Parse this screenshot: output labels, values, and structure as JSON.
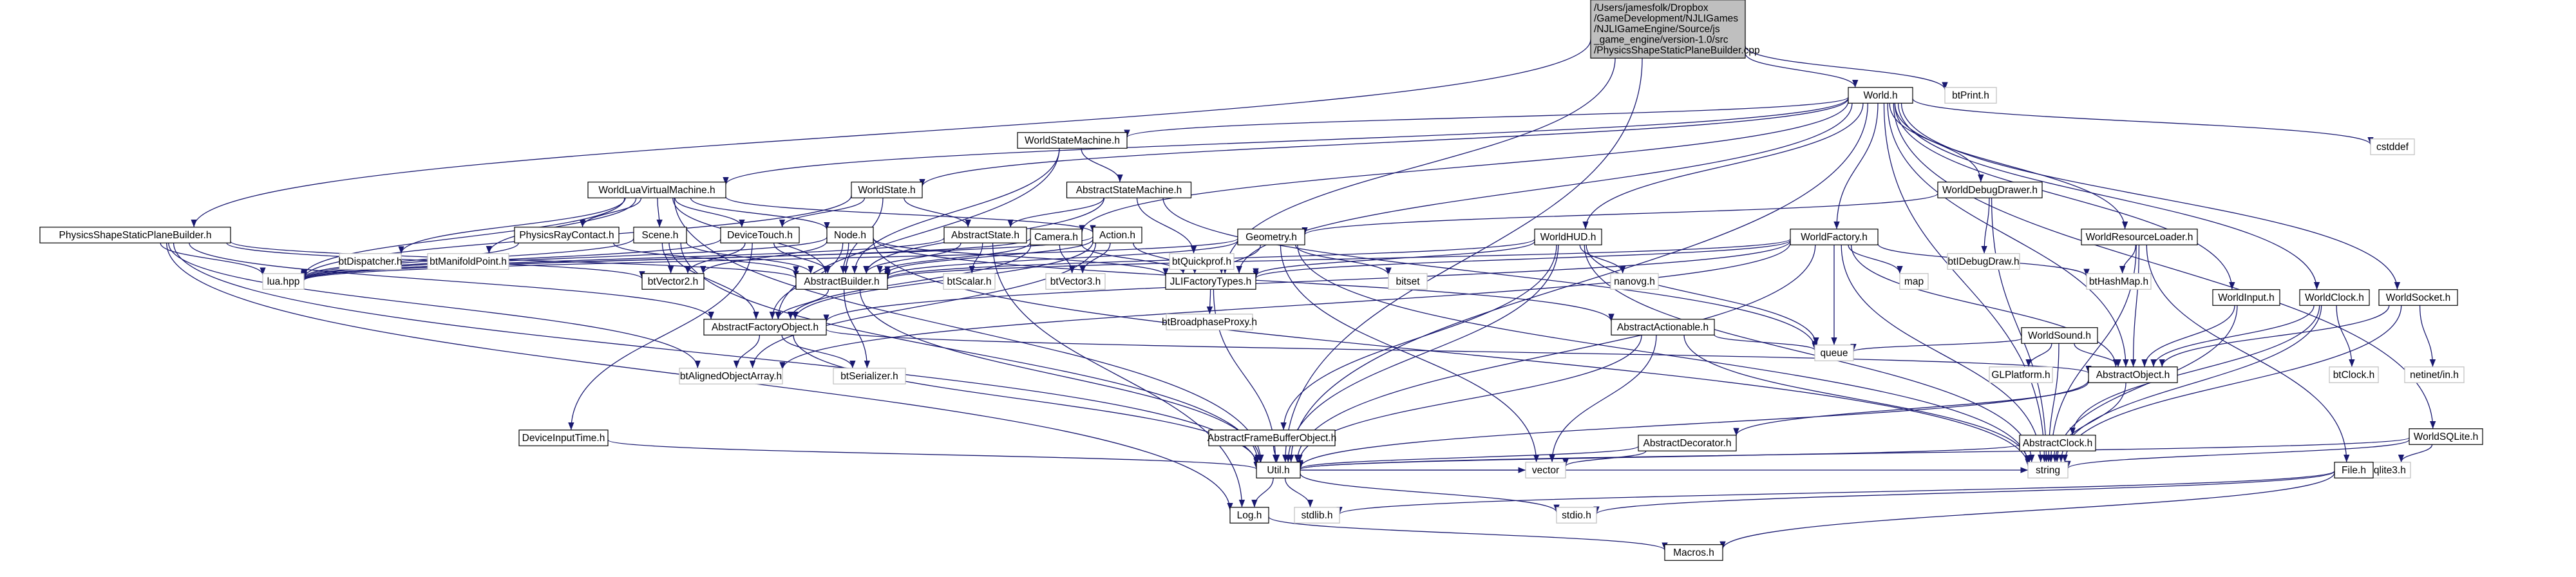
{
  "colors": {
    "edge": "#191970",
    "root_fill": "#bfbfbf",
    "node_border": "#000000",
    "external_border": "#bfbfbf"
  },
  "nodes": [
    {
      "id": "root",
      "lines": [
        "/Users/jamesfolk/Dropbox",
        "/GameDevelopment/NJLIGames",
        "/NJLIGameEngine/Source/js",
        "_game_engine/version-1.0/src",
        "/PhysicsShapeStaticPlaneBuilder.cpp"
      ],
      "kind": "root"
    },
    {
      "id": "world",
      "lines": [
        "World.h"
      ],
      "kind": "file"
    },
    {
      "id": "btprint",
      "lines": [
        "btPrint.h"
      ],
      "kind": "ext"
    },
    {
      "id": "wsm",
      "lines": [
        "WorldStateMachine.h"
      ],
      "kind": "file"
    },
    {
      "id": "cstddef",
      "lines": [
        "cstddef"
      ],
      "kind": "ext"
    },
    {
      "id": "wlvm",
      "lines": [
        "WorldLuaVirtualMachine.h"
      ],
      "kind": "file"
    },
    {
      "id": "wstate",
      "lines": [
        "WorldState.h"
      ],
      "kind": "file"
    },
    {
      "id": "asm",
      "lines": [
        "AbstractStateMachine.h"
      ],
      "kind": "file"
    },
    {
      "id": "wdd",
      "lines": [
        "WorldDebugDrawer.h"
      ],
      "kind": "file"
    },
    {
      "id": "pssp",
      "lines": [
        "PhysicsShapeStaticPlaneBuilder.h"
      ],
      "kind": "file"
    },
    {
      "id": "btdispatcher",
      "lines": [
        "btDispatcher.h"
      ],
      "kind": "ext"
    },
    {
      "id": "btmanifold",
      "lines": [
        "btManifoldPoint.h"
      ],
      "kind": "ext"
    },
    {
      "id": "prc",
      "lines": [
        "PhysicsRayContact.h"
      ],
      "kind": "file"
    },
    {
      "id": "scene",
      "lines": [
        "Scene.h"
      ],
      "kind": "file"
    },
    {
      "id": "dtouch",
      "lines": [
        "DeviceTouch.h"
      ],
      "kind": "file"
    },
    {
      "id": "node",
      "lines": [
        "Node.h"
      ],
      "kind": "file"
    },
    {
      "id": "astate",
      "lines": [
        "AbstractState.h"
      ],
      "kind": "file"
    },
    {
      "id": "action",
      "lines": [
        "Action.h"
      ],
      "kind": "file"
    },
    {
      "id": "btquickprof",
      "lines": [
        "btQuickprof.h"
      ],
      "kind": "ext"
    },
    {
      "id": "camera",
      "lines": [
        "Camera.h"
      ],
      "kind": "file"
    },
    {
      "id": "geometry",
      "lines": [
        "Geometry.h"
      ],
      "kind": "file"
    },
    {
      "id": "whud",
      "lines": [
        "WorldHUD.h"
      ],
      "kind": "file"
    },
    {
      "id": "wfactory",
      "lines": [
        "WorldFactory.h"
      ],
      "kind": "file"
    },
    {
      "id": "btidebug",
      "lines": [
        "btIDebugDraw.h"
      ],
      "kind": "ext"
    },
    {
      "id": "wrl",
      "lines": [
        "WorldResourceLoader.h"
      ],
      "kind": "file"
    },
    {
      "id": "luahpp",
      "lines": [
        "lua.hpp"
      ],
      "kind": "ext"
    },
    {
      "id": "btvec2",
      "lines": [
        "btVector2.h"
      ],
      "kind": "file"
    },
    {
      "id": "abuilder",
      "lines": [
        "AbstractBuilder.h"
      ],
      "kind": "file"
    },
    {
      "id": "btscalar",
      "lines": [
        "btScalar.h"
      ],
      "kind": "ext"
    },
    {
      "id": "btvec3",
      "lines": [
        "btVector3.h"
      ],
      "kind": "ext"
    },
    {
      "id": "jlif",
      "lines": [
        "JLIFactoryTypes.h"
      ],
      "kind": "file"
    },
    {
      "id": "bitset",
      "lines": [
        "bitset"
      ],
      "kind": "ext"
    },
    {
      "id": "nanovg",
      "lines": [
        "nanovg.h"
      ],
      "kind": "ext"
    },
    {
      "id": "map",
      "lines": [
        "map"
      ],
      "kind": "ext"
    },
    {
      "id": "bthashmap",
      "lines": [
        "btHashMap.h"
      ],
      "kind": "ext"
    },
    {
      "id": "winput",
      "lines": [
        "WorldInput.h"
      ],
      "kind": "file"
    },
    {
      "id": "wclock",
      "lines": [
        "WorldClock.h"
      ],
      "kind": "file"
    },
    {
      "id": "wsocket",
      "lines": [
        "WorldSocket.h"
      ],
      "kind": "file"
    },
    {
      "id": "wsound",
      "lines": [
        "WorldSound.h"
      ],
      "kind": "file"
    },
    {
      "id": "btbroad",
      "lines": [
        "btBroadphaseProxy.h"
      ],
      "kind": "ext"
    },
    {
      "id": "afo",
      "lines": [
        "AbstractFactoryObject.h"
      ],
      "kind": "file"
    },
    {
      "id": "aact",
      "lines": [
        "AbstractActionable.h"
      ],
      "kind": "file"
    },
    {
      "id": "btaligned",
      "lines": [
        "btAlignedObjectArray.h"
      ],
      "kind": "ext"
    },
    {
      "id": "btserial",
      "lines": [
        "btSerializer.h"
      ],
      "kind": "ext"
    },
    {
      "id": "queue",
      "lines": [
        "queue"
      ],
      "kind": "ext"
    },
    {
      "id": "glplatform",
      "lines": [
        "GLPlatform.h"
      ],
      "kind": "ext"
    },
    {
      "id": "aobject",
      "lines": [
        "AbstractObject.h"
      ],
      "kind": "file"
    },
    {
      "id": "btclock",
      "lines": [
        "btClock.h"
      ],
      "kind": "ext"
    },
    {
      "id": "netinet",
      "lines": [
        "netinet/in.h"
      ],
      "kind": "ext"
    },
    {
      "id": "dinputtime",
      "lines": [
        "DeviceInputTime.h"
      ],
      "kind": "file"
    },
    {
      "id": "afbo",
      "lines": [
        "AbstractFrameBufferObject.h"
      ],
      "kind": "file"
    },
    {
      "id": "adecor",
      "lines": [
        "AbstractDecorator.h"
      ],
      "kind": "file"
    },
    {
      "id": "aclock",
      "lines": [
        "AbstractClock.h"
      ],
      "kind": "file"
    },
    {
      "id": "wsqlite",
      "lines": [
        "WorldSQLite.h"
      ],
      "kind": "file"
    },
    {
      "id": "vector",
      "lines": [
        "vector"
      ],
      "kind": "ext"
    },
    {
      "id": "string",
      "lines": [
        "string"
      ],
      "kind": "ext"
    },
    {
      "id": "util",
      "lines": [
        "Util.h"
      ],
      "kind": "file"
    },
    {
      "id": "sqlite3",
      "lines": [
        "sqlite3.h"
      ],
      "kind": "ext"
    },
    {
      "id": "file",
      "lines": [
        "File.h"
      ],
      "kind": "file"
    },
    {
      "id": "logh",
      "lines": [
        "Log.h"
      ],
      "kind": "file"
    },
    {
      "id": "stdlib",
      "lines": [
        "stdlib.h"
      ],
      "kind": "ext"
    },
    {
      "id": "stdio",
      "lines": [
        "stdio.h"
      ],
      "kind": "ext"
    },
    {
      "id": "macros",
      "lines": [
        "Macros.h"
      ],
      "kind": "file"
    }
  ],
  "edges": [
    [
      "root",
      "world"
    ],
    [
      "root",
      "btprint"
    ],
    [
      "root",
      "pssp"
    ],
    [
      "root",
      "jlif"
    ],
    [
      "root",
      "util"
    ],
    [
      "world",
      "wsm"
    ],
    [
      "world",
      "cstddef"
    ],
    [
      "world",
      "wlvm"
    ],
    [
      "world",
      "wstate"
    ],
    [
      "world",
      "wdd"
    ],
    [
      "world",
      "camera"
    ],
    [
      "world",
      "whud"
    ],
    [
      "world",
      "wfactory"
    ],
    [
      "world",
      "wrl"
    ],
    [
      "world",
      "winput"
    ],
    [
      "world",
      "wclock"
    ],
    [
      "world",
      "wsocket"
    ],
    [
      "world",
      "wsqlite"
    ],
    [
      "world",
      "string"
    ],
    [
      "world",
      "util"
    ],
    [
      "world",
      "aobject"
    ],
    [
      "world",
      "jlif"
    ],
    [
      "wsm",
      "asm"
    ],
    [
      "wsm",
      "abuilder"
    ],
    [
      "wsm",
      "afo"
    ],
    [
      "asm",
      "astate"
    ],
    [
      "asm",
      "btquickprof"
    ],
    [
      "asm",
      "abuilder"
    ],
    [
      "asm",
      "queue"
    ],
    [
      "wlvm",
      "btdispatcher"
    ],
    [
      "wlvm",
      "btmanifold"
    ],
    [
      "wlvm",
      "prc"
    ],
    [
      "wlvm",
      "scene"
    ],
    [
      "wlvm",
      "dtouch"
    ],
    [
      "wlvm",
      "node"
    ],
    [
      "wlvm",
      "action"
    ],
    [
      "wlvm",
      "luahpp"
    ],
    [
      "wlvm",
      "util"
    ],
    [
      "wlvm",
      "abuilder"
    ],
    [
      "wstate",
      "astate"
    ],
    [
      "wstate",
      "luahpp"
    ],
    [
      "wstate",
      "dtouch"
    ],
    [
      "wstate",
      "abuilder"
    ],
    [
      "wdd",
      "geometry"
    ],
    [
      "wdd",
      "btidebug"
    ],
    [
      "wdd",
      "string"
    ],
    [
      "pssp",
      "luahpp"
    ],
    [
      "pssp",
      "abuilder"
    ],
    [
      "pssp",
      "afo"
    ],
    [
      "pssp",
      "btaligned"
    ],
    [
      "pssp",
      "util"
    ],
    [
      "pssp",
      "logh"
    ],
    [
      "pssp",
      "btvec2"
    ],
    [
      "prc",
      "luahpp"
    ],
    [
      "prc",
      "abuilder"
    ],
    [
      "scene",
      "luahpp"
    ],
    [
      "scene",
      "abuilder"
    ],
    [
      "scene",
      "btvec2"
    ],
    [
      "scene",
      "afo"
    ],
    [
      "scene",
      "util"
    ],
    [
      "dtouch",
      "luahpp"
    ],
    [
      "dtouch",
      "btvec2"
    ],
    [
      "dtouch",
      "abuilder"
    ],
    [
      "dtouch",
      "dinputtime"
    ],
    [
      "node",
      "luahpp"
    ],
    [
      "node",
      "abuilder"
    ],
    [
      "node",
      "btvec2"
    ],
    [
      "node",
      "jlif"
    ],
    [
      "node",
      "aact"
    ],
    [
      "node",
      "afo"
    ],
    [
      "node",
      "string"
    ],
    [
      "astate",
      "abuilder"
    ],
    [
      "astate",
      "btscalar"
    ],
    [
      "astate",
      "luahpp"
    ],
    [
      "astate",
      "logh"
    ],
    [
      "action",
      "abuilder"
    ],
    [
      "action",
      "jlif"
    ],
    [
      "action",
      "afo"
    ],
    [
      "action",
      "btvec3"
    ],
    [
      "action",
      "luahpp"
    ],
    [
      "action",
      "btaligned"
    ],
    [
      "camera",
      "abuilder"
    ],
    [
      "camera",
      "btvec3"
    ],
    [
      "camera",
      "jlif"
    ],
    [
      "camera",
      "luahpp"
    ],
    [
      "camera",
      "afo"
    ],
    [
      "geometry",
      "abuilder"
    ],
    [
      "geometry",
      "luahpp"
    ],
    [
      "geometry",
      "jlif"
    ],
    [
      "geometry",
      "bitset"
    ],
    [
      "geometry",
      "vector"
    ],
    [
      "geometry",
      "string"
    ],
    [
      "whud",
      "jlif"
    ],
    [
      "whud",
      "nanovg"
    ],
    [
      "whud",
      "abuilder"
    ],
    [
      "whud",
      "util"
    ],
    [
      "whud",
      "string"
    ],
    [
      "whud",
      "afbo"
    ],
    [
      "whud",
      "queue"
    ],
    [
      "wfactory",
      "abuilder"
    ],
    [
      "wfactory",
      "afo"
    ],
    [
      "wfactory",
      "jlif"
    ],
    [
      "wfactory",
      "map"
    ],
    [
      "wfactory",
      "bthashmap"
    ],
    [
      "wfactory",
      "string"
    ],
    [
      "wfactory",
      "queue"
    ],
    [
      "wfactory",
      "util"
    ],
    [
      "wfactory",
      "aobject"
    ],
    [
      "wfactory",
      "btaligned"
    ],
    [
      "wrl",
      "bthashmap"
    ],
    [
      "wrl",
      "string"
    ],
    [
      "wrl",
      "aobject"
    ],
    [
      "wrl",
      "file"
    ],
    [
      "winput",
      "aobject"
    ],
    [
      "winput",
      "string"
    ],
    [
      "wclock",
      "btclock"
    ],
    [
      "wclock",
      "aobject"
    ],
    [
      "wclock",
      "aclock"
    ],
    [
      "wclock",
      "string"
    ],
    [
      "wsocket",
      "netinet"
    ],
    [
      "wsocket",
      "aobject"
    ],
    [
      "wsocket",
      "string"
    ],
    [
      "wsound",
      "glplatform"
    ],
    [
      "wsound",
      "aobject"
    ],
    [
      "wsound",
      "queue"
    ],
    [
      "wsound",
      "string"
    ],
    [
      "abuilder",
      "afo"
    ],
    [
      "abuilder",
      "btserial"
    ],
    [
      "abuilder",
      "util"
    ],
    [
      "jlif",
      "btbroad"
    ],
    [
      "jlif",
      "util"
    ],
    [
      "afo",
      "btaligned"
    ],
    [
      "afo",
      "btserial"
    ],
    [
      "afo",
      "aobject"
    ],
    [
      "afo",
      "util"
    ],
    [
      "aact",
      "queue"
    ],
    [
      "aact",
      "string"
    ],
    [
      "aact",
      "util"
    ],
    [
      "aact",
      "vector"
    ],
    [
      "aobject",
      "adecor"
    ],
    [
      "aobject",
      "string"
    ],
    [
      "aobject",
      "util"
    ],
    [
      "adecor",
      "vector"
    ],
    [
      "adecor",
      "util"
    ],
    [
      "aclock",
      "util"
    ],
    [
      "aclock",
      "string"
    ],
    [
      "wsqlite",
      "sqlite3"
    ],
    [
      "wsqlite",
      "string"
    ],
    [
      "wsqlite",
      "util"
    ],
    [
      "dinputtime",
      "util"
    ],
    [
      "afbo",
      "util"
    ],
    [
      "util",
      "logh"
    ],
    [
      "util",
      "stdlib"
    ],
    [
      "util",
      "stdio"
    ],
    [
      "util",
      "vector"
    ],
    [
      "util",
      "string"
    ],
    [
      "file",
      "stdlib"
    ],
    [
      "file",
      "stdio"
    ],
    [
      "file",
      "macros"
    ],
    [
      "logh",
      "macros"
    ]
  ]
}
